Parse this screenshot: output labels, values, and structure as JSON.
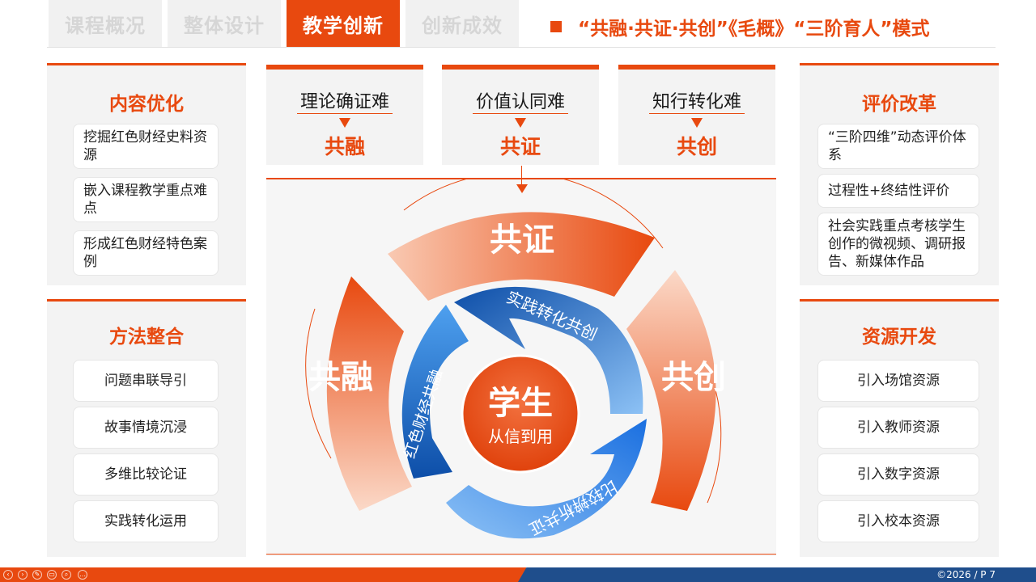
{
  "tabs": [
    {
      "label": "课程概况",
      "active": false
    },
    {
      "label": "整体设计",
      "active": false
    },
    {
      "label": "教学创新",
      "active": true
    },
    {
      "label": "创新成效",
      "active": false
    }
  ],
  "tagline": "“共融·共证·共创”《毛概》“三阶育人”模式",
  "left_panels": [
    {
      "title": "内容优化",
      "items": [
        "挖掘红色财经史料资源",
        "嵌入课程教学重点难点",
        "形成红色财经特色案例"
      ]
    },
    {
      "title": "方法整合",
      "items": [
        "问题串联导引",
        "故事情境沉浸",
        "多维比较论证",
        "实践转化运用"
      ]
    }
  ],
  "right_panels": [
    {
      "title": "评价改革",
      "items": [
        "“三阶四维”动态评价体系",
        "过程性+终结性评价",
        "社会实践重点考核学生创作的微视频、调研报告、新媒体作品"
      ]
    },
    {
      "title": "资源开发",
      "items": [
        "引入场馆资源",
        "引入教师资源",
        "引入数字资源",
        "引入校本资源"
      ]
    }
  ],
  "problems": [
    {
      "question": "理论确证难",
      "answer": "共融"
    },
    {
      "question": "价值认同难",
      "answer": "共证"
    },
    {
      "question": "知行转化难",
      "answer": "共创"
    }
  ],
  "cycle": {
    "outer": [
      "共证",
      "共融",
      "共创"
    ],
    "inner": [
      "实践转化共创",
      "红色财经共融",
      "比较辨析共证"
    ],
    "center_title": "学生",
    "center_subtitle": "从信到用"
  },
  "footer": "©2026 / P  7",
  "colors": {
    "accent": "#e8490f",
    "blue": "#1f6fd1",
    "bar_blue": "#1f4e8c"
  },
  "icons": [
    "prev-icon",
    "next-icon",
    "pen-icon",
    "slides-icon",
    "zoom-icon",
    "more-icon"
  ]
}
